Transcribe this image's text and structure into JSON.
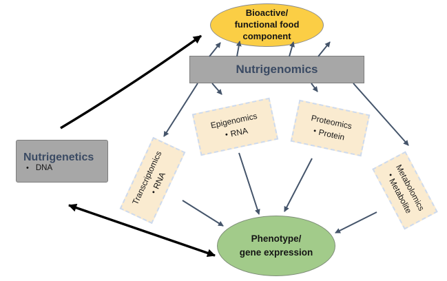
{
  "diagram": {
    "bullet_char": "•",
    "nodes": {
      "bioactive": {
        "lines": [
          "Bioactive/",
          "functional food",
          "component"
        ]
      },
      "nutrigenomics": {
        "label": "Nutrigenomics"
      },
      "nutrigenetics": {
        "label": "Nutrigenetics",
        "bullet": "DNA"
      },
      "transcriptomics": {
        "label": "Transcriptomics",
        "bullet": "RNA"
      },
      "epigenomics": {
        "label": "Epigenomics",
        "bullet": "RNA"
      },
      "proteomics": {
        "label": "Proteomics",
        "bullet": "Protein"
      },
      "metabolomics": {
        "label": "Metabolomics",
        "bullet": "Metabolite"
      },
      "phenotype": {
        "lines": [
          "Phenotype/",
          "gene expression"
        ]
      }
    },
    "edges": [
      {
        "from": "nutrigenomics",
        "to": "bioactive",
        "style": "navy-arrow",
        "count": 4
      },
      {
        "from": "nutrigenomics",
        "to": "transcriptomics",
        "style": "navy-arrow"
      },
      {
        "from": "nutrigenomics",
        "to": "epigenomics",
        "style": "navy-arrow"
      },
      {
        "from": "nutrigenomics",
        "to": "proteomics",
        "style": "navy-arrow"
      },
      {
        "from": "nutrigenomics",
        "to": "metabolomics",
        "style": "navy-arrow"
      },
      {
        "from": "transcriptomics",
        "to": "phenotype",
        "style": "navy-arrow"
      },
      {
        "from": "epigenomics",
        "to": "phenotype",
        "style": "navy-arrow"
      },
      {
        "from": "proteomics",
        "to": "phenotype",
        "style": "navy-arrow"
      },
      {
        "from": "metabolomics",
        "to": "phenotype",
        "style": "navy-arrow"
      },
      {
        "from": "nutrigenetics",
        "to": "bioactive",
        "style": "black-arrow"
      },
      {
        "from": "nutrigenetics",
        "to": "phenotype",
        "style": "black-arrow-bidirectional"
      }
    ],
    "colors": {
      "bioactive_fill": "#fbce45",
      "phenotype_fill": "#a2cb8a",
      "gray_box_fill": "#a7a7a7",
      "omics_fill": "#faebd0",
      "navy_arrow": "#44546a",
      "black_arrow": "#000000",
      "gray_box_text": "#3a4a63"
    }
  }
}
